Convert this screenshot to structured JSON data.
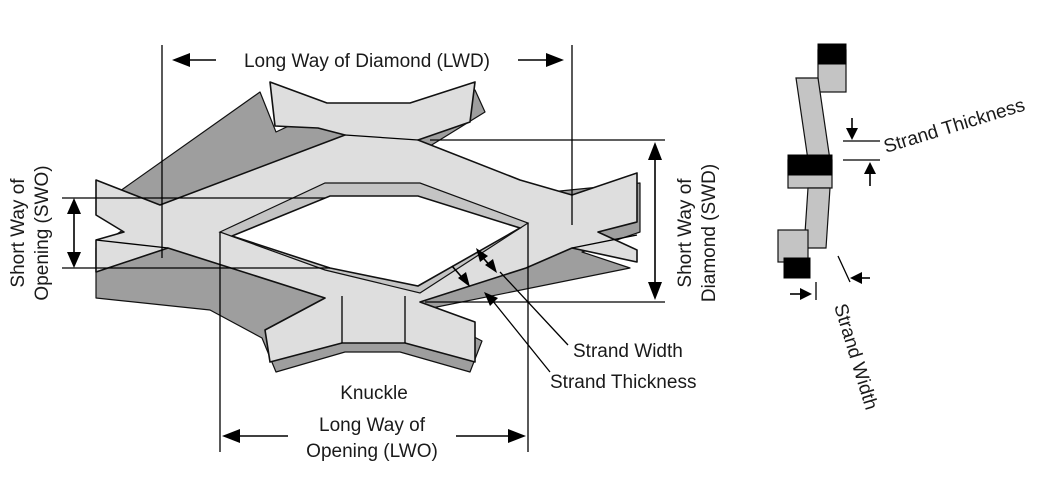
{
  "labels": {
    "lwd": "Long Way of Diamond (LWD)",
    "swo_line1": "Short Way of",
    "swo_line2": "Opening (SWO)",
    "swd_line1": "Short Way of",
    "swd_line2": "Diamond (SWD)",
    "knuckle": "Knuckle",
    "lwo_line1": "Long Way of",
    "lwo_line2": "Opening (LWO)",
    "strand_width": "Strand Width",
    "strand_thickness": "Strand Thickness",
    "side_strand_thickness": "Strand Thickness",
    "side_strand_width": "Strand Width"
  },
  "colors": {
    "face": "#dedede",
    "edge": "#9e9e9e",
    "line": "#000000"
  }
}
